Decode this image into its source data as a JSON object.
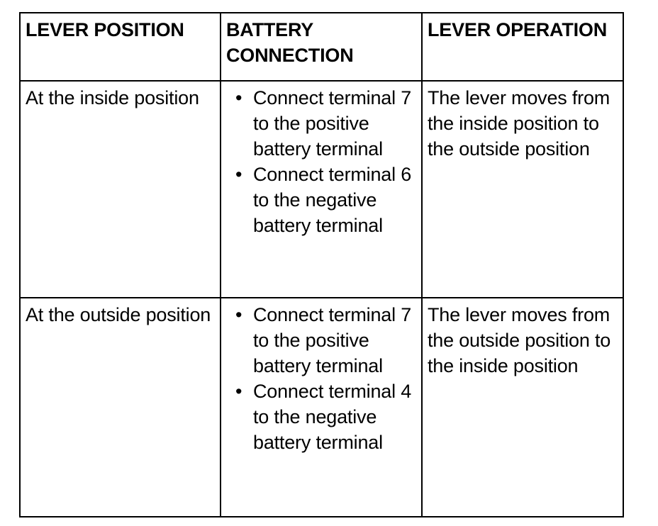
{
  "table": {
    "headers": [
      "LEVER POSITION",
      "BATTERY CONNECTION",
      "LEVER OPERATION"
    ],
    "bullet_glyph": "•",
    "rows": [
      {
        "lever_position": "At the inside position",
        "battery_connection": [
          "Connect terminal 7 to the positive battery terminal",
          "Connect terminal 6 to the negative battery terminal"
        ],
        "lever_operation": "The lever moves from the inside position to the outside position"
      },
      {
        "lever_position": "At the outside position",
        "battery_connection": [
          "Connect terminal 7 to the positive battery terminal",
          "Connect terminal 4 to the negative battery terminal"
        ],
        "lever_operation": "The lever moves from the outside position to the inside position"
      }
    ]
  }
}
